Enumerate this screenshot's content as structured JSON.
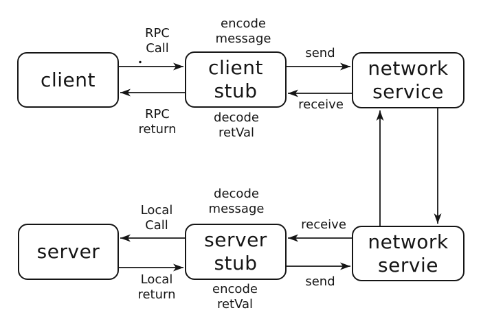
{
  "diagram": {
    "colors": {
      "background": "#ffffff",
      "stroke": "#151515"
    },
    "boxes": [
      {
        "id": "client",
        "label": "client"
      },
      {
        "id": "client-stub",
        "label": "client\nstub"
      },
      {
        "id": "network-service-top",
        "label": "network\nservice"
      },
      {
        "id": "server",
        "label": "server"
      },
      {
        "id": "server-stub",
        "label": "server\nstub"
      },
      {
        "id": "network-service-bottom",
        "label": "network\nservie"
      }
    ],
    "labels": {
      "rpc_call": "RPC\nCall",
      "rpc_return": "RPC\nreturn",
      "encode_message": "encode\nmessage",
      "decode_retval": "decode\nretVal",
      "send_top": "send",
      "receive_top": "receive",
      "local_call": "Local\nCall",
      "local_return": "Local\nreturn",
      "decode_message": "decode\nmessage",
      "encode_retval": "encode\nretVal",
      "receive_bottom": "receive",
      "send_bottom": "send"
    }
  }
}
